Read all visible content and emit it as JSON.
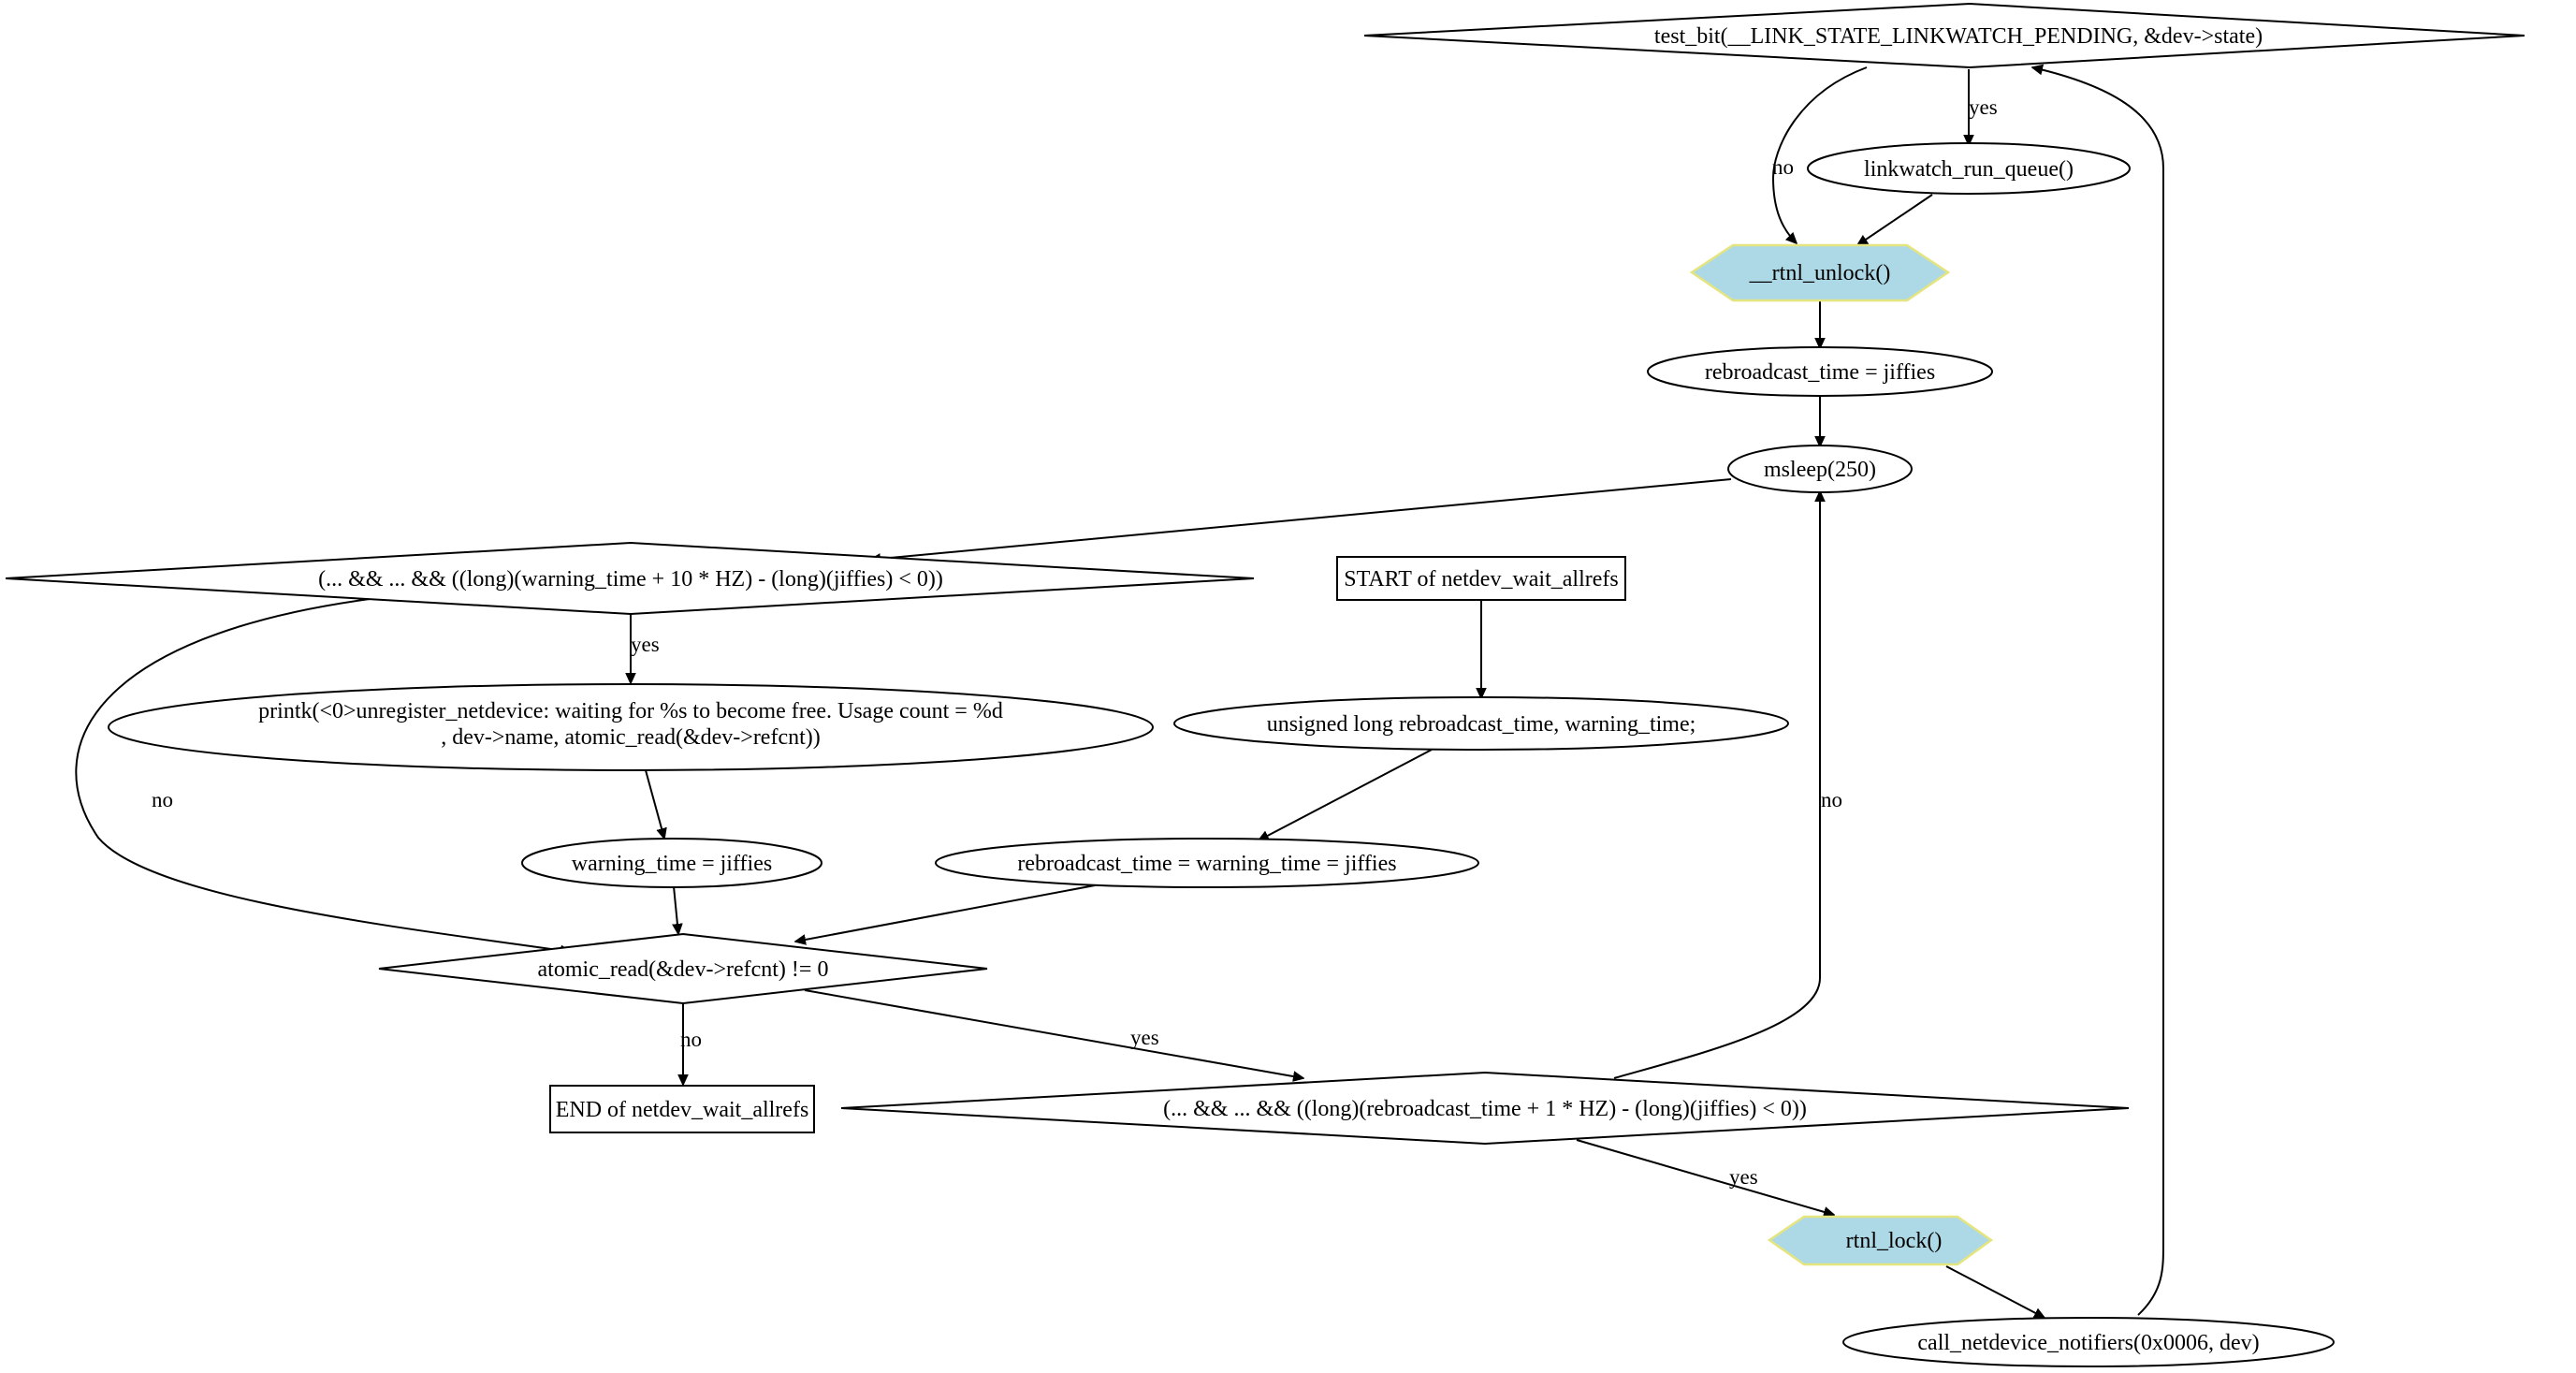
{
  "nodes": {
    "start": "START of netdev_wait_allrefs",
    "decl": "unsigned long rebroadcast_time, warning_time;",
    "init_assign": "rebroadcast_time = warning_time = jiffies",
    "refcnt_check": "atomic_read(&dev->refcnt) != 0",
    "end": "END of netdev_wait_allrefs",
    "rebroadcast_check": "(... && ... && ((long)(rebroadcast_time + 1 * HZ) - (long)(jiffies) < 0))",
    "rtnl_lock": "rtnl_lock()",
    "call_notifiers": "call_netdevice_notifiers(0x0006, dev)",
    "test_bit": "test_bit(__LINK_STATE_LINKWATCH_PENDING, &dev->state)",
    "linkwatch": "linkwatch_run_queue()",
    "rtnl_unlock": "__rtnl_unlock()",
    "rebroadcast_assign": "rebroadcast_time = jiffies",
    "msleep": "msleep(250)",
    "warning_check": "(... && ... && ((long)(warning_time + 10 * HZ) - (long)(jiffies) < 0))",
    "printk_line1": "printk(<0>unregister_netdevice: waiting for %s to become free. Usage count = %d",
    "printk_line2": ", dev->name, atomic_read(&dev->refcnt))",
    "warning_assign": "warning_time = jiffies"
  },
  "edge_labels": {
    "test_bit_yes": "yes",
    "test_bit_no": "no",
    "warning_yes": "yes",
    "warning_no": "no",
    "refcnt_no": "no",
    "refcnt_yes": "yes",
    "rebroadcast_no": "no",
    "rebroadcast_yes": "yes"
  },
  "colors": {
    "hexagon_fill": "#add8e6",
    "hexagon_stroke": "#e5e580",
    "line": "#000000"
  }
}
